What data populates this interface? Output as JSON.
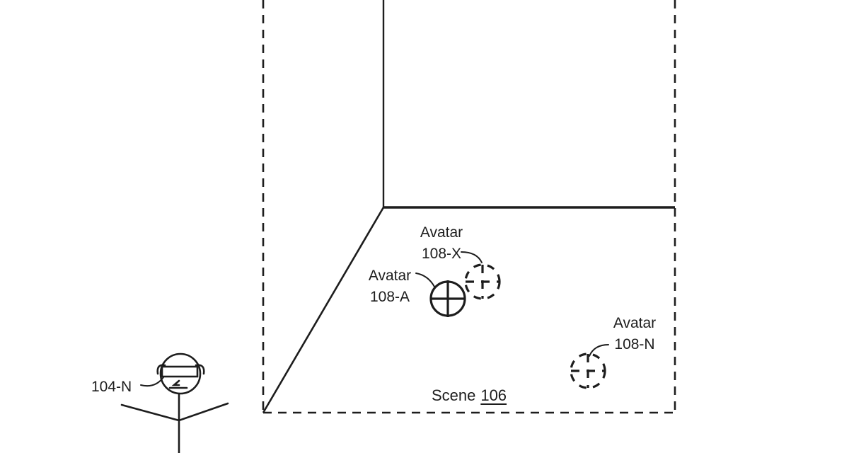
{
  "scene": {
    "name_label": "Scene",
    "number": "106"
  },
  "avatars": [
    {
      "name": "Avatar",
      "id": "108-X",
      "marker": "dashed-crosshair-circle"
    },
    {
      "name": "Avatar",
      "id": "108-A",
      "marker": "solid-crosshair-circle"
    },
    {
      "name": "Avatar",
      "id": "108-N",
      "marker": "dashed-crosshair-circle"
    }
  ],
  "user": {
    "id": "104-N",
    "icon": "stick-figure-with-headset"
  },
  "colors": {
    "ink": "#1d1d1d",
    "background": "#ffffff"
  }
}
